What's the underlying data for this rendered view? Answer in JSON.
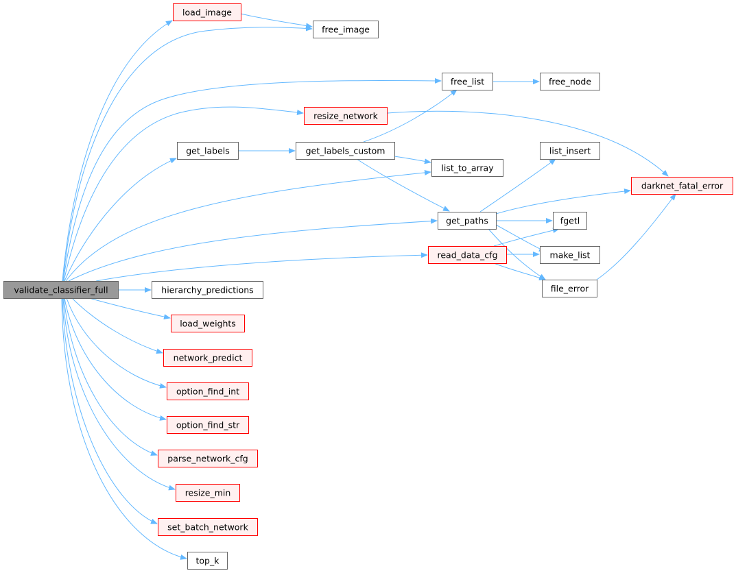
{
  "colors": {
    "edge": "#63b8ff",
    "root_fill": "#999999",
    "root_stroke": "#666666",
    "normal_fill": "#ffffff",
    "normal_stroke": "#666666",
    "external_fill": "#fff0f0",
    "external_stroke": "#ff0000"
  },
  "nodes": [
    {
      "id": "validate_classifier_full",
      "label": "validate_classifier_full",
      "style": "root"
    },
    {
      "id": "load_image",
      "label": "load_image",
      "style": "external"
    },
    {
      "id": "free_image",
      "label": "free_image",
      "style": "normal"
    },
    {
      "id": "free_list",
      "label": "free_list",
      "style": "normal"
    },
    {
      "id": "free_node",
      "label": "free_node",
      "style": "normal"
    },
    {
      "id": "resize_network",
      "label": "resize_network",
      "style": "external"
    },
    {
      "id": "get_labels",
      "label": "get_labels",
      "style": "normal"
    },
    {
      "id": "get_labels_custom",
      "label": "get_labels_custom",
      "style": "normal"
    },
    {
      "id": "list_insert",
      "label": "list_insert",
      "style": "normal"
    },
    {
      "id": "list_to_array",
      "label": "list_to_array",
      "style": "normal"
    },
    {
      "id": "darknet_fatal_error",
      "label": "darknet_fatal_error",
      "style": "external"
    },
    {
      "id": "get_paths",
      "label": "get_paths",
      "style": "normal"
    },
    {
      "id": "fgetl",
      "label": "fgetl",
      "style": "normal"
    },
    {
      "id": "read_data_cfg",
      "label": "read_data_cfg",
      "style": "external"
    },
    {
      "id": "make_list",
      "label": "make_list",
      "style": "normal"
    },
    {
      "id": "file_error",
      "label": "file_error",
      "style": "normal"
    },
    {
      "id": "hierarchy_predictions",
      "label": "hierarchy_predictions",
      "style": "normal"
    },
    {
      "id": "load_weights",
      "label": "load_weights",
      "style": "external"
    },
    {
      "id": "network_predict",
      "label": "network_predict",
      "style": "external"
    },
    {
      "id": "option_find_int",
      "label": "option_find_int",
      "style": "external"
    },
    {
      "id": "option_find_str",
      "label": "option_find_str",
      "style": "external"
    },
    {
      "id": "parse_network_cfg",
      "label": "parse_network_cfg",
      "style": "external"
    },
    {
      "id": "resize_min",
      "label": "resize_min",
      "style": "external"
    },
    {
      "id": "set_batch_network",
      "label": "set_batch_network",
      "style": "external"
    },
    {
      "id": "top_k",
      "label": "top_k",
      "style": "normal"
    }
  ],
  "edges": [
    {
      "from": "validate_classifier_full",
      "to": "load_image"
    },
    {
      "from": "validate_classifier_full",
      "to": "free_image"
    },
    {
      "from": "validate_classifier_full",
      "to": "free_list"
    },
    {
      "from": "validate_classifier_full",
      "to": "resize_network"
    },
    {
      "from": "validate_classifier_full",
      "to": "get_labels"
    },
    {
      "from": "validate_classifier_full",
      "to": "list_to_array"
    },
    {
      "from": "validate_classifier_full",
      "to": "get_paths"
    },
    {
      "from": "validate_classifier_full",
      "to": "read_data_cfg"
    },
    {
      "from": "validate_classifier_full",
      "to": "hierarchy_predictions"
    },
    {
      "from": "validate_classifier_full",
      "to": "load_weights"
    },
    {
      "from": "validate_classifier_full",
      "to": "network_predict"
    },
    {
      "from": "validate_classifier_full",
      "to": "option_find_int"
    },
    {
      "from": "validate_classifier_full",
      "to": "option_find_str"
    },
    {
      "from": "validate_classifier_full",
      "to": "parse_network_cfg"
    },
    {
      "from": "validate_classifier_full",
      "to": "resize_min"
    },
    {
      "from": "validate_classifier_full",
      "to": "set_batch_network"
    },
    {
      "from": "validate_classifier_full",
      "to": "top_k"
    },
    {
      "from": "load_image",
      "to": "free_image"
    },
    {
      "from": "free_list",
      "to": "free_node"
    },
    {
      "from": "resize_network",
      "to": "darknet_fatal_error"
    },
    {
      "from": "get_labels",
      "to": "get_labels_custom"
    },
    {
      "from": "get_labels_custom",
      "to": "free_list"
    },
    {
      "from": "get_labels_custom",
      "to": "list_to_array"
    },
    {
      "from": "get_labels_custom",
      "to": "get_paths"
    },
    {
      "from": "get_paths",
      "to": "list_insert"
    },
    {
      "from": "get_paths",
      "to": "darknet_fatal_error"
    },
    {
      "from": "get_paths",
      "to": "fgetl"
    },
    {
      "from": "get_paths",
      "to": "make_list"
    },
    {
      "from": "get_paths",
      "to": "file_error"
    },
    {
      "from": "read_data_cfg",
      "to": "fgetl"
    },
    {
      "from": "read_data_cfg",
      "to": "make_list"
    },
    {
      "from": "read_data_cfg",
      "to": "file_error"
    },
    {
      "from": "file_error",
      "to": "darknet_fatal_error"
    }
  ]
}
